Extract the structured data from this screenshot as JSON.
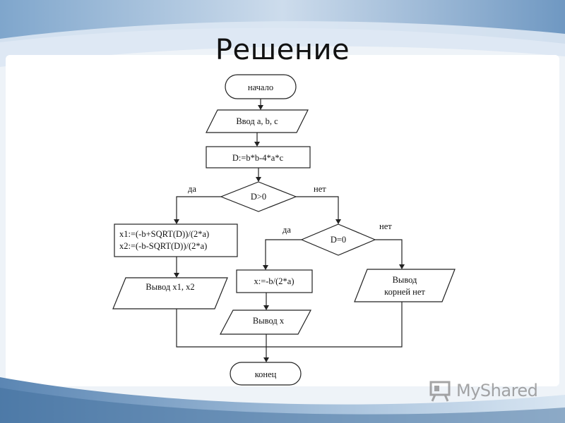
{
  "slide": {
    "title": "Решение",
    "theme_colors": {
      "band_light": "#d9e6f2",
      "band_mid": "#a9c3dd",
      "band_dark": "#5b86b3",
      "panel": "#ffffff"
    }
  },
  "flowchart": {
    "start": "начало",
    "input": "Ввод a, b, c",
    "discriminant": "D:=b*b-4*a*c",
    "decision1": "D>0",
    "decision1_yes": "да",
    "decision1_no": "нет",
    "roots_line1": "x1:=(-b+SQRT(D))/(2*a)",
    "roots_line2": "x2:=(-b-SQRT(D))/(2*a)",
    "output_two_roots": "Вывод x1, x2",
    "decision2": "D=0",
    "decision2_yes": "да",
    "decision2_no": "нет",
    "single_root": "x:=-b/(2*a)",
    "output_single_root": "Вывод x",
    "no_roots_line1": "Вывод",
    "no_roots_line2": "корней нет",
    "end": "конец"
  },
  "watermark": {
    "text": "MyShared",
    "icon": "presentation-board-icon"
  }
}
